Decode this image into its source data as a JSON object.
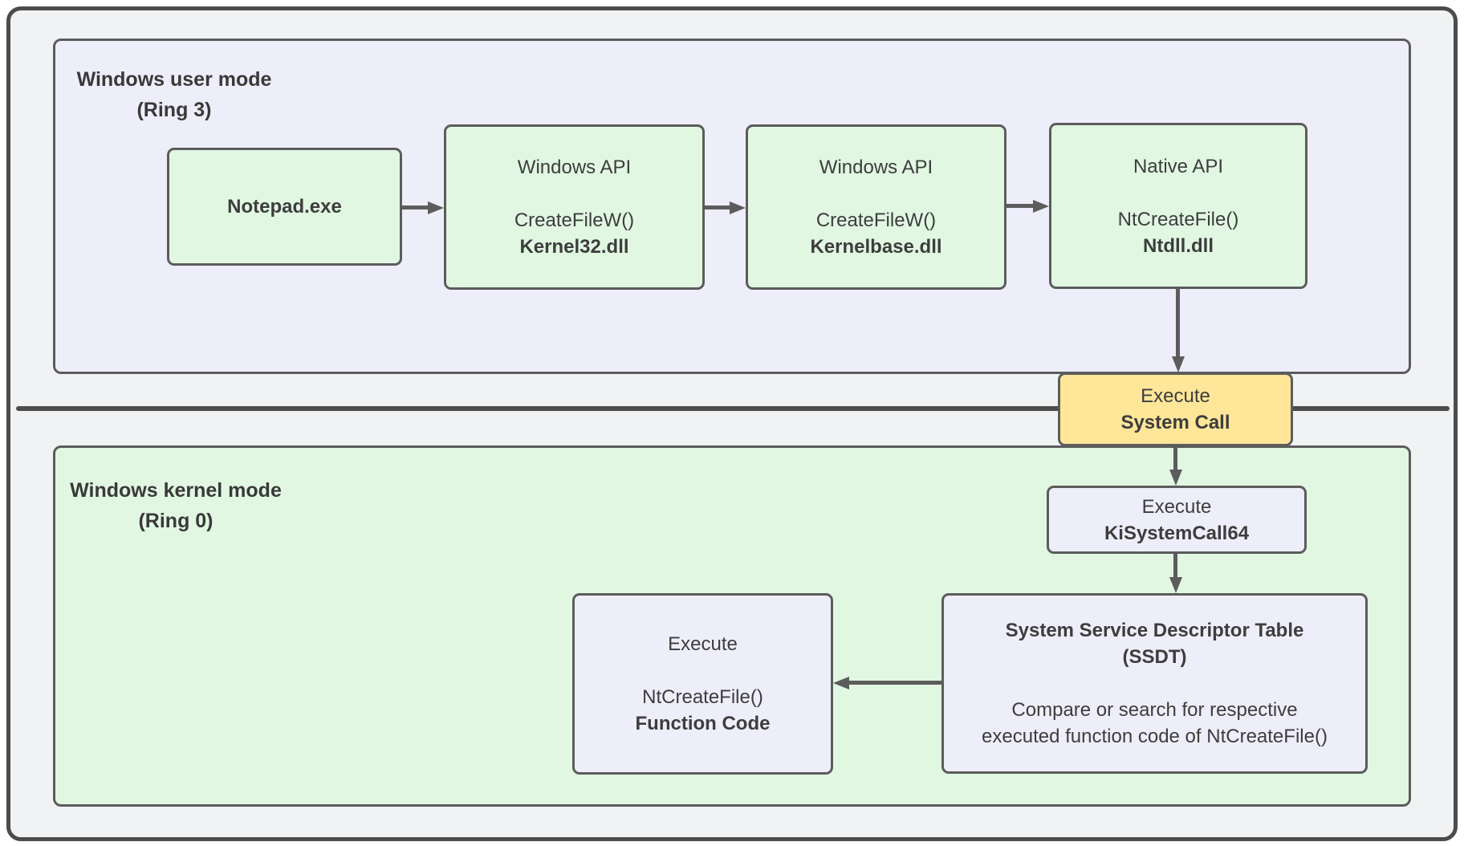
{
  "sections": {
    "user_mode": {
      "title": "Windows user mode",
      "subtitle": "(Ring 3)"
    },
    "kernel_mode": {
      "title": "Windows kernel mode",
      "subtitle": "(Ring 0)"
    }
  },
  "boxes": {
    "notepad": {
      "title": "Notepad.exe"
    },
    "kernel32": {
      "header": "Windows API",
      "call": "CreateFileW()",
      "module": "Kernel32.dll"
    },
    "kernelbase": {
      "header": "Windows API",
      "call": "CreateFileW()",
      "module": "Kernelbase.dll"
    },
    "native_api": {
      "header": "Native API",
      "call": "NtCreateFile()",
      "module": "Ntdll.dll"
    },
    "execute_system_call": {
      "line1": "Execute",
      "line2": "System Call"
    },
    "ki_system_call": {
      "line1": "Execute",
      "line2": "KiSystemCall64"
    },
    "ssdt": {
      "title_line1": "System Service Descriptor Table",
      "title_line2": "(SSDT)",
      "body_line1": "Compare or search for respective",
      "body_line2": "executed function code of NtCreateFile()"
    },
    "function_code": {
      "line1": "Execute",
      "call": "NtCreateFile()",
      "emphasis": "Function Code"
    }
  },
  "colors": {
    "frame_fill": "#f1f2f4",
    "user_mode_fill": "#eeeefb",
    "kernel_mode_fill": "#e1f7e2",
    "process_box_fill": "#e1f7e2",
    "kernel_box_fill": "#eeeefb",
    "system_call_fill": "#ffe699",
    "box_border": "#5c5c5c",
    "frame_border": "#4c4c4c",
    "arrow": "#5c5c5c",
    "text": "#3d3d3d"
  }
}
